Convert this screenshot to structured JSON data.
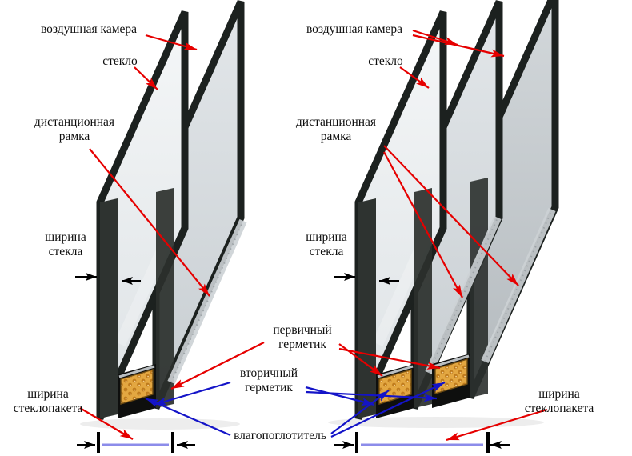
{
  "colors": {
    "arrow_red": "#e60000",
    "arrow_blue": "#1414c8",
    "arrow_black": "#000000",
    "measure_line": "#8c8cea",
    "frame_dark": "#1c211f",
    "glass_light": "#eef1f3",
    "desiccant_orange": "#e3a741",
    "spacer_gray": "#cdd2d5",
    "sealant_black": "#0e0f0e"
  },
  "labels": {
    "left_unit": {
      "air_chamber": "воздушная камера",
      "glass": "стекло",
      "spacer_frame": "дистанционная рамка",
      "glass_width": "ширина стекла",
      "unit_width": "ширина стеклопакета"
    },
    "center": {
      "primary_sealant": "первичный герметик",
      "secondary_sealant": "вторичный герметик",
      "desiccant": "влагопоглотитель"
    },
    "right_unit": {
      "air_chamber": "воздушная камера",
      "glass": "стекло",
      "spacer_frame": "дистанционная рамка",
      "glass_width": "ширина стекла",
      "unit_width": "ширина стеклопакета"
    }
  }
}
